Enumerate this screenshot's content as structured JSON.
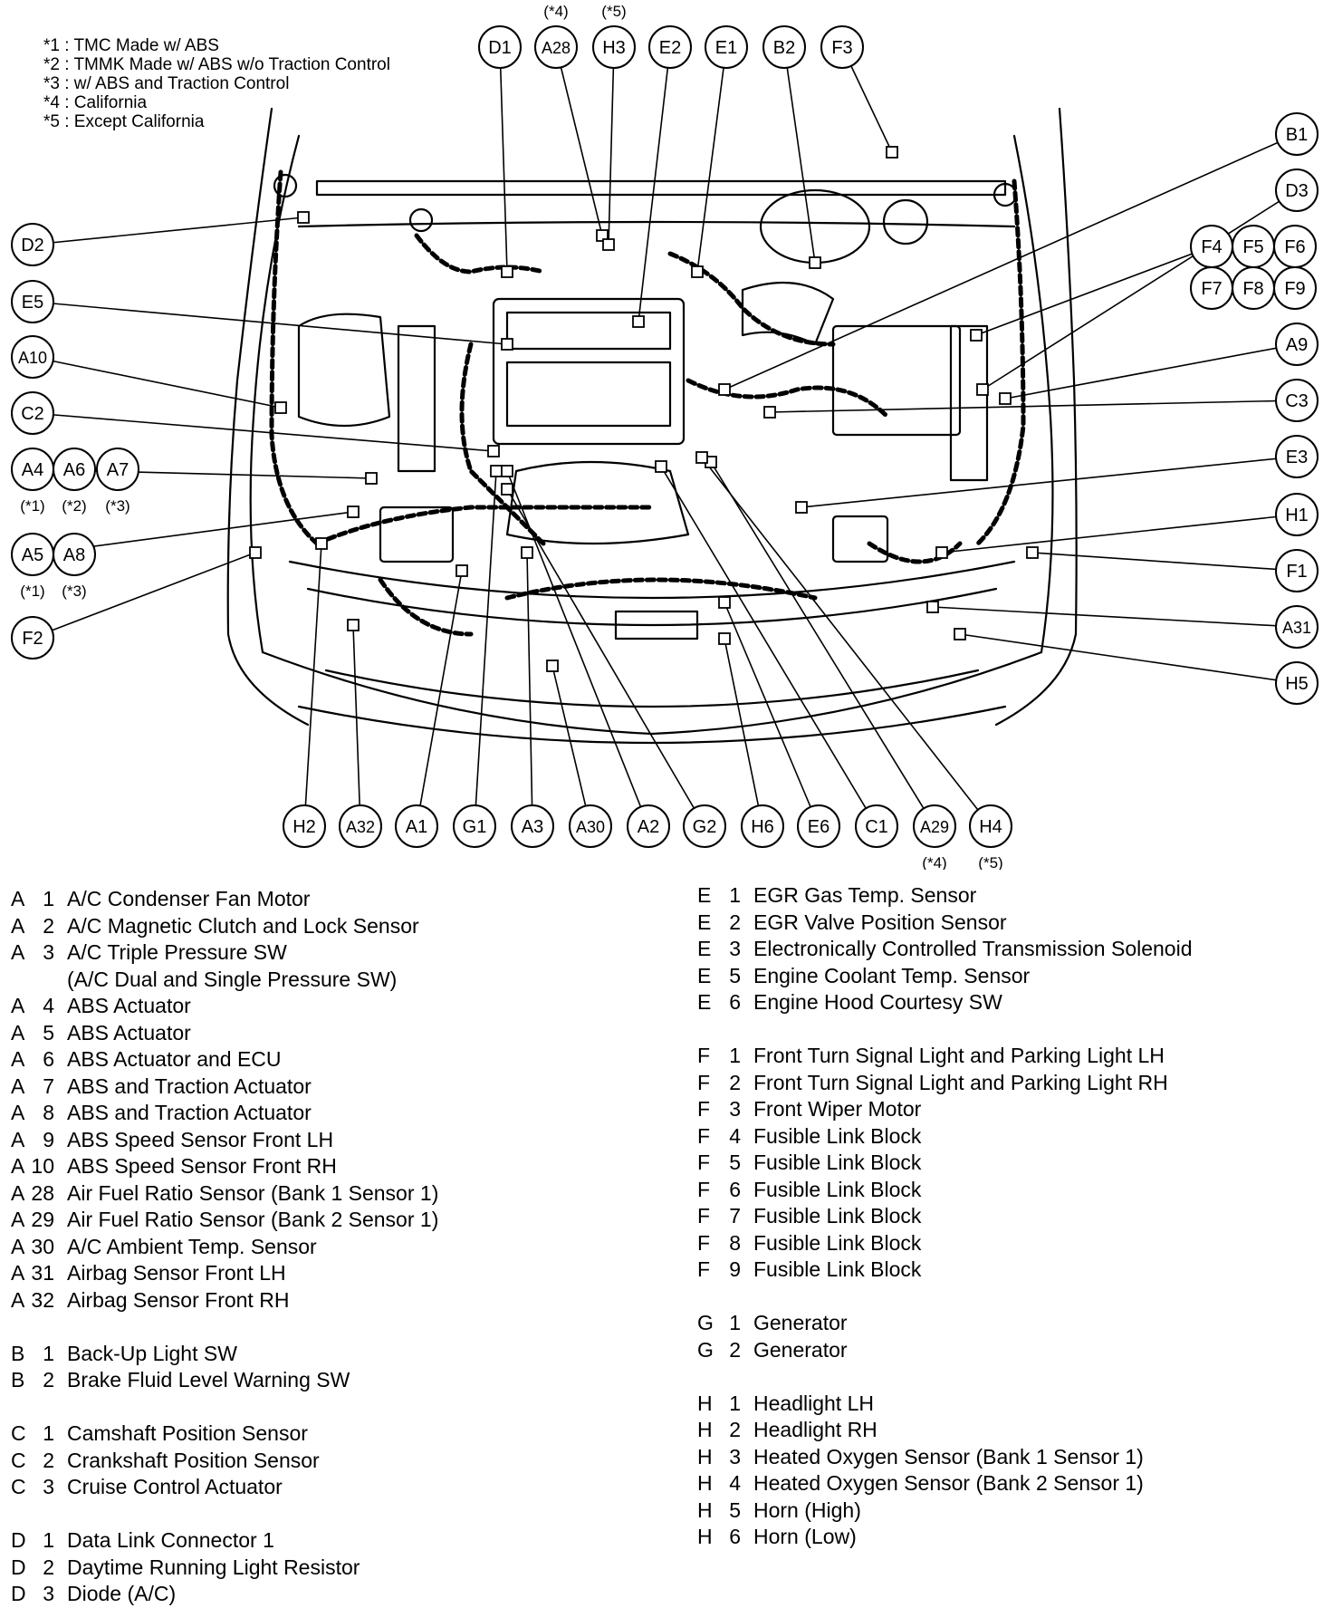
{
  "notes": [
    "*1 : TMC Made w/ ABS",
    "*2 : TMMK Made w/ ABS w/o Traction Control",
    "*3 : w/ ABS and Traction Control",
    "*4 : California",
    "*5 : Except California"
  ],
  "callouts": [
    {
      "id": "D1",
      "label": "D1"
    },
    {
      "id": "A28",
      "label": "A28",
      "note": "(*4)"
    },
    {
      "id": "H3",
      "label": "H3",
      "note": "(*5)"
    },
    {
      "id": "E2",
      "label": "E2"
    },
    {
      "id": "E1",
      "label": "E1"
    },
    {
      "id": "B2",
      "label": "B2"
    },
    {
      "id": "F3",
      "label": "F3"
    },
    {
      "id": "B1",
      "label": "B1"
    },
    {
      "id": "D3",
      "label": "D3"
    },
    {
      "id": "F4",
      "label": "F4"
    },
    {
      "id": "F5",
      "label": "F5"
    },
    {
      "id": "F6",
      "label": "F6"
    },
    {
      "id": "F7",
      "label": "F7"
    },
    {
      "id": "F8",
      "label": "F8"
    },
    {
      "id": "F9",
      "label": "F9"
    },
    {
      "id": "A9",
      "label": "A9"
    },
    {
      "id": "C3",
      "label": "C3"
    },
    {
      "id": "E3",
      "label": "E3"
    },
    {
      "id": "H1",
      "label": "H1"
    },
    {
      "id": "F1",
      "label": "F1"
    },
    {
      "id": "A31",
      "label": "A31"
    },
    {
      "id": "H5",
      "label": "H5"
    },
    {
      "id": "D2",
      "label": "D2"
    },
    {
      "id": "E5",
      "label": "E5"
    },
    {
      "id": "A10",
      "label": "A10"
    },
    {
      "id": "C2",
      "label": "C2"
    },
    {
      "id": "A4",
      "label": "A4",
      "note": "(*1)"
    },
    {
      "id": "A6",
      "label": "A6",
      "note": "(*2)"
    },
    {
      "id": "A7",
      "label": "A7",
      "note": "(*3)"
    },
    {
      "id": "A5",
      "label": "A5",
      "note": "(*1)"
    },
    {
      "id": "A8",
      "label": "A8",
      "note": "(*3)"
    },
    {
      "id": "F2",
      "label": "F2"
    },
    {
      "id": "H2",
      "label": "H2"
    },
    {
      "id": "A32",
      "label": "A32"
    },
    {
      "id": "A1",
      "label": "A1"
    },
    {
      "id": "G1",
      "label": "G1"
    },
    {
      "id": "A3",
      "label": "A3"
    },
    {
      "id": "A30",
      "label": "A30"
    },
    {
      "id": "A2",
      "label": "A2"
    },
    {
      "id": "G2",
      "label": "G2"
    },
    {
      "id": "H6",
      "label": "H6"
    },
    {
      "id": "E6",
      "label": "E6"
    },
    {
      "id": "C1",
      "label": "C1"
    },
    {
      "id": "A29",
      "label": "A29",
      "note": "(*4)"
    },
    {
      "id": "H4",
      "label": "H4",
      "note": "(*5)"
    }
  ],
  "legend_left": [
    {
      "l": "A",
      "n": "1",
      "t": "A/C Condenser Fan Motor"
    },
    {
      "l": "A",
      "n": "2",
      "t": "A/C Magnetic Clutch and Lock Sensor"
    },
    {
      "l": "A",
      "n": "3",
      "t": "A/C Triple Pressure SW"
    },
    {
      "cont": "(A/C Dual and Single Pressure SW)"
    },
    {
      "l": "A",
      "n": "4",
      "t": "ABS Actuator"
    },
    {
      "l": "A",
      "n": "5",
      "t": "ABS Actuator"
    },
    {
      "l": "A",
      "n": "6",
      "t": "ABS Actuator and ECU"
    },
    {
      "l": "A",
      "n": "7",
      "t": "ABS and Traction Actuator"
    },
    {
      "l": "A",
      "n": "8",
      "t": "ABS and Traction Actuator"
    },
    {
      "l": "A",
      "n": "9",
      "t": "ABS Speed Sensor Front LH"
    },
    {
      "l": "A",
      "n": "10",
      "t": "ABS Speed Sensor Front RH"
    },
    {
      "l": "A",
      "n": "28",
      "t": "Air Fuel Ratio Sensor (Bank 1 Sensor 1)"
    },
    {
      "l": "A",
      "n": "29",
      "t": "Air Fuel Ratio Sensor (Bank 2 Sensor 1)"
    },
    {
      "l": "A",
      "n": "30",
      "t": "A/C Ambient Temp. Sensor"
    },
    {
      "l": "A",
      "n": "31",
      "t": "Airbag Sensor Front LH"
    },
    {
      "l": "A",
      "n": "32",
      "t": "Airbag Sensor Front RH"
    },
    {
      "gap": true
    },
    {
      "l": "B",
      "n": "1",
      "t": "Back-Up Light SW"
    },
    {
      "l": "B",
      "n": "2",
      "t": "Brake Fluid Level Warning SW"
    },
    {
      "gap": true
    },
    {
      "l": "C",
      "n": "1",
      "t": "Camshaft Position Sensor"
    },
    {
      "l": "C",
      "n": "2",
      "t": "Crankshaft Position Sensor"
    },
    {
      "l": "C",
      "n": "3",
      "t": "Cruise Control Actuator"
    },
    {
      "gap": true
    },
    {
      "l": "D",
      "n": "1",
      "t": "Data Link Connector 1"
    },
    {
      "l": "D",
      "n": "2",
      "t": "Daytime Running Light Resistor"
    },
    {
      "l": "D",
      "n": "3",
      "t": "Diode (A/C)"
    }
  ],
  "legend_right": [
    {
      "l": "E",
      "n": "1",
      "t": "EGR Gas Temp. Sensor"
    },
    {
      "l": "E",
      "n": "2",
      "t": "EGR Valve Position Sensor"
    },
    {
      "l": "E",
      "n": "3",
      "t": "Electronically Controlled Transmission Solenoid"
    },
    {
      "l": "E",
      "n": "5",
      "t": "Engine Coolant Temp. Sensor"
    },
    {
      "l": "E",
      "n": "6",
      "t": "Engine Hood Courtesy SW"
    },
    {
      "gap": true
    },
    {
      "l": "F",
      "n": "1",
      "t": "Front Turn Signal Light and Parking Light LH"
    },
    {
      "l": "F",
      "n": "2",
      "t": "Front Turn Signal Light and Parking Light RH"
    },
    {
      "l": "F",
      "n": "3",
      "t": "Front Wiper Motor"
    },
    {
      "l": "F",
      "n": "4",
      "t": "Fusible Link Block"
    },
    {
      "l": "F",
      "n": "5",
      "t": "Fusible Link Block"
    },
    {
      "l": "F",
      "n": "6",
      "t": "Fusible Link Block"
    },
    {
      "l": "F",
      "n": "7",
      "t": "Fusible Link Block"
    },
    {
      "l": "F",
      "n": "8",
      "t": "Fusible Link Block"
    },
    {
      "l": "F",
      "n": "9",
      "t": "Fusible Link Block"
    },
    {
      "gap": true
    },
    {
      "l": "G",
      "n": "1",
      "t": "Generator"
    },
    {
      "l": "G",
      "n": "2",
      "t": "Generator"
    },
    {
      "gap": true
    },
    {
      "l": "H",
      "n": "1",
      "t": "Headlight LH"
    },
    {
      "l": "H",
      "n": "2",
      "t": "Headlight RH"
    },
    {
      "l": "H",
      "n": "3",
      "t": "Heated Oxygen Sensor (Bank 1 Sensor 1)"
    },
    {
      "l": "H",
      "n": "4",
      "t": "Heated Oxygen Sensor (Bank 2 Sensor 1)"
    },
    {
      "l": "H",
      "n": "5",
      "t": "Horn (High)"
    },
    {
      "l": "H",
      "n": "6",
      "t": "Horn (Low)"
    }
  ]
}
